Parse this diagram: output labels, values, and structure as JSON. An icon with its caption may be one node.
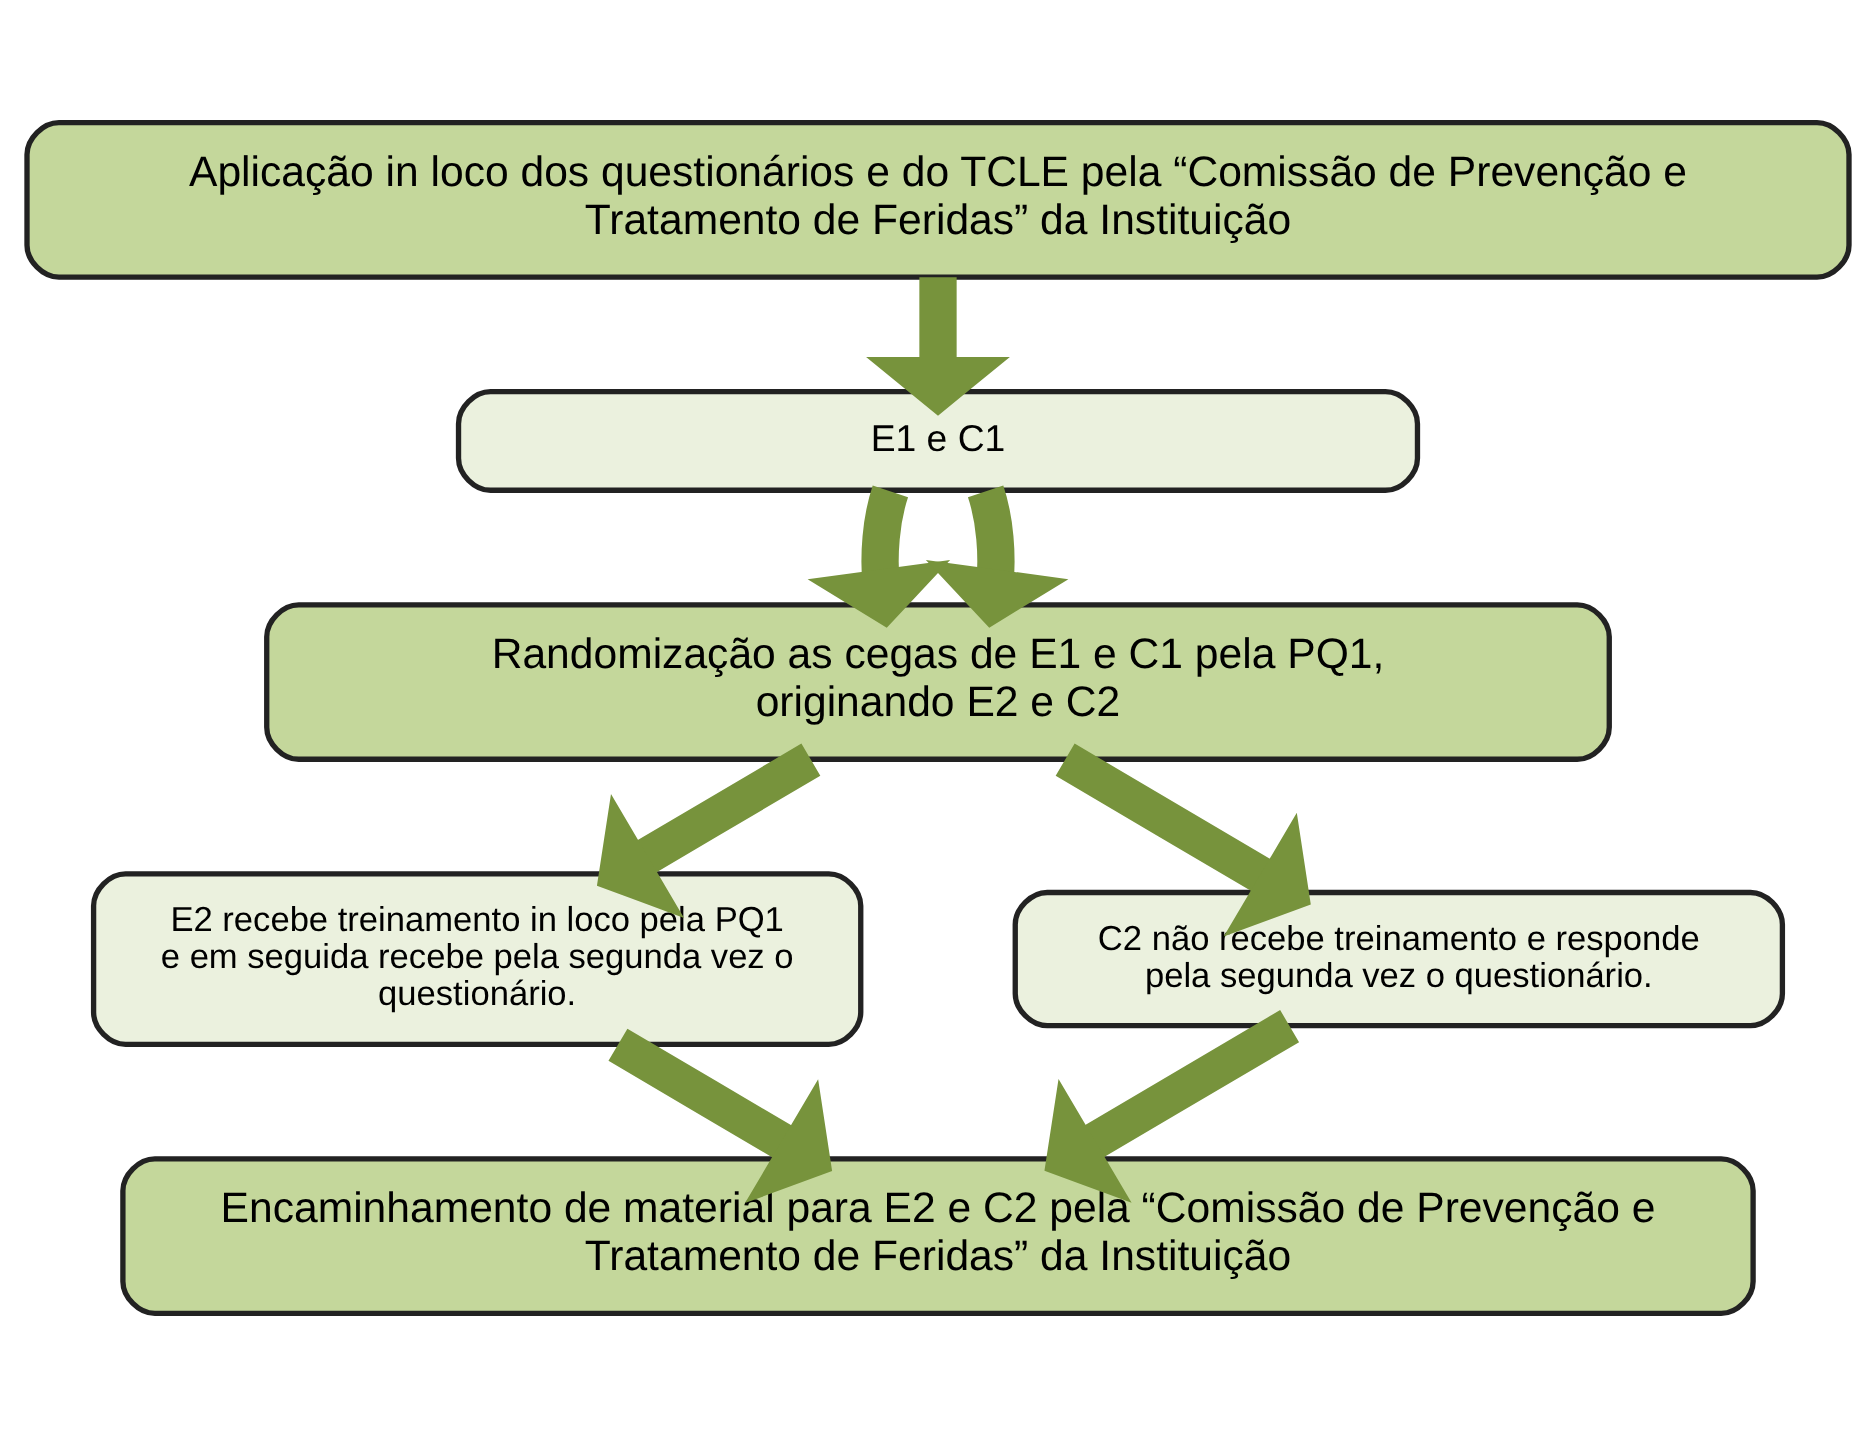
{
  "diagram": {
    "nodes": [
      {
        "text": [
          "Aplicação in loco dos questionários e do TCLE pela “Comissão de Prevenção e Tratamento de Feridas” da Instituição"
        ]
      },
      {
        "text": [
          "E1 e C1"
        ]
      },
      {
        "text": [
          "Randomização as cegas de E1 e C1 pela PQ1, originando E2 e C2"
        ]
      },
      {
        "text": [
          "E2 recebe treinamento in loco pela PQ1 e em seguida recebe pela segunda vez o questionário."
        ]
      },
      {
        "text": [
          "C2 não recebe treinamento e responde pela segunda vez o questionário."
        ]
      },
      {
        "text": [
          "Encaminhamento de material para E2 e C2 pela “Comissão de Prevenção e Tratamento de Feridas” da Instituição"
        ]
      }
    ],
    "edges": [
      {
        "from": 0,
        "to": 1,
        "arrow": "to"
      },
      {
        "from": 1,
        "to": 2,
        "arrow": "to"
      },
      {
        "from": 1,
        "to": 2,
        "arrow": "to"
      },
      {
        "from": 2,
        "to": 3,
        "arrow": "to"
      },
      {
        "from": 2,
        "to": 4,
        "arrow": "to"
      },
      {
        "from": 3,
        "to": 5,
        "arrow": "to"
      },
      {
        "from": 4,
        "to": 5,
        "arrow": "to"
      }
    ]
  }
}
